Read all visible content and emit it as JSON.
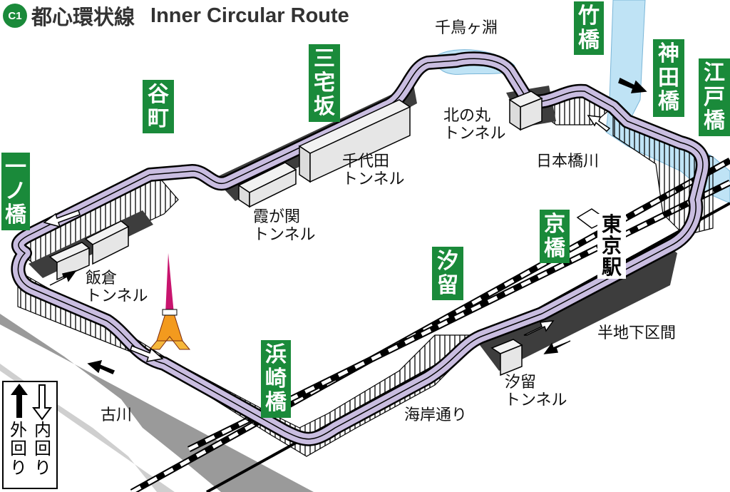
{
  "title": {
    "badge": "C1",
    "ja": "都心環状線",
    "en": "Inner Circular Route"
  },
  "interchanges": {
    "ichinohashi": "一ノ橋",
    "tanimachi": "谷町",
    "miyakezaka": "三宅坂",
    "takebashi": "竹橋",
    "kandabashi": "神田橋",
    "edobashi": "江戸橋",
    "kyobashi": "京橋",
    "shiodome": "汐留",
    "hamazakibashi": "浜崎橋"
  },
  "station": "東京駅",
  "places": {
    "chidorigafuchi": "千鳥ヶ淵",
    "kitanomaru_tunnel": "北の丸\nトンネル",
    "chiyoda_tunnel": "千代田\nトンネル",
    "kasumigaseki_tunnel": "霞が関\nトンネル",
    "iikura_tunnel": "飯倉\nトンネル",
    "nihonbashi_river": "日本橋川",
    "underground_section": "半地下区間",
    "shiodome_tunnel": "汐留\nトンネル",
    "kaigan_dori": "海岸通り",
    "furukawa": "古川"
  },
  "legend": {
    "outer": "外回り",
    "inner": "内回り"
  },
  "colors": {
    "route_green": "#1a8a3a",
    "route_fill": "#c9bde0",
    "water": "#bfe3f5"
  }
}
